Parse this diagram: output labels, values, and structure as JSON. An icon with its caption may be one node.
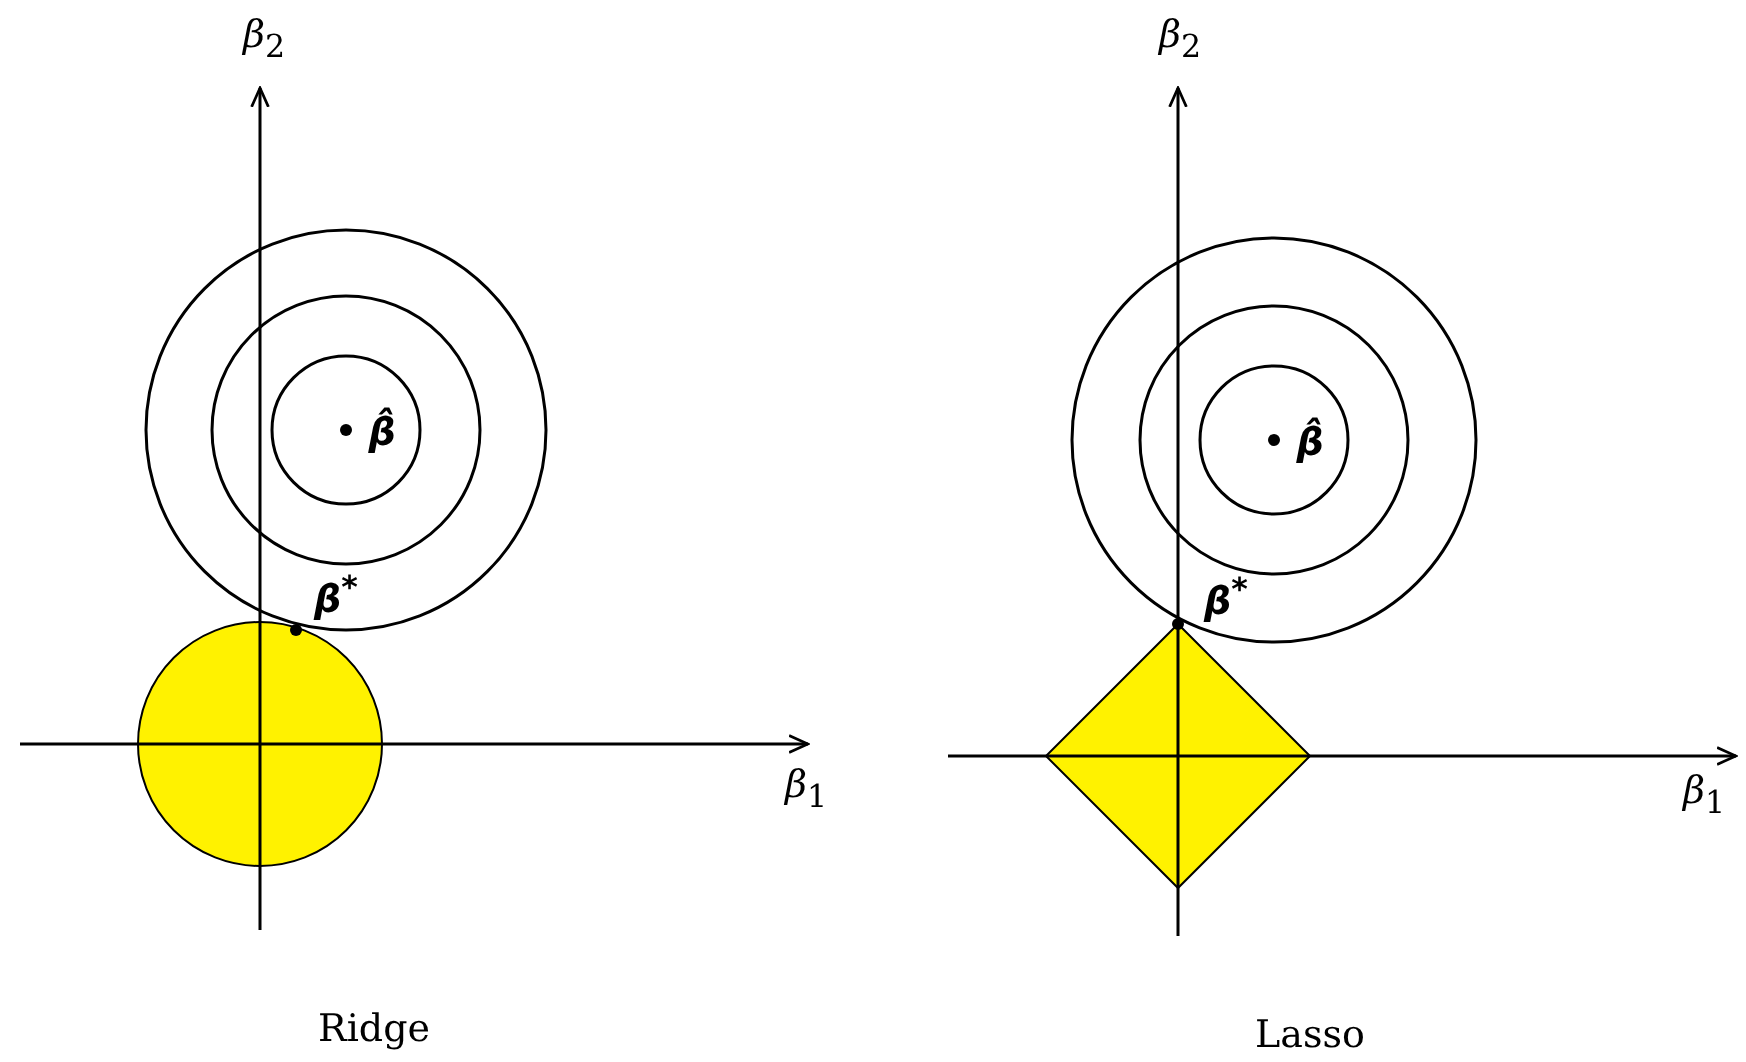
{
  "diagram": {
    "nodes": [
      {
        "text": [],
        "shape": "circle"
      },
      {
        "text": [],
        "shape": "diamond"
      }
    ],
    "labels": [
      "*β*$_{2}$",
      "β̂",
      "β$^{*}$",
      "*β*$_{1}$",
      "Ridge",
      "*β*$_{2}$",
      "β̂",
      "β$^{*}$",
      "*β*$_{1}$",
      "Lasso"
    ]
  }
}
